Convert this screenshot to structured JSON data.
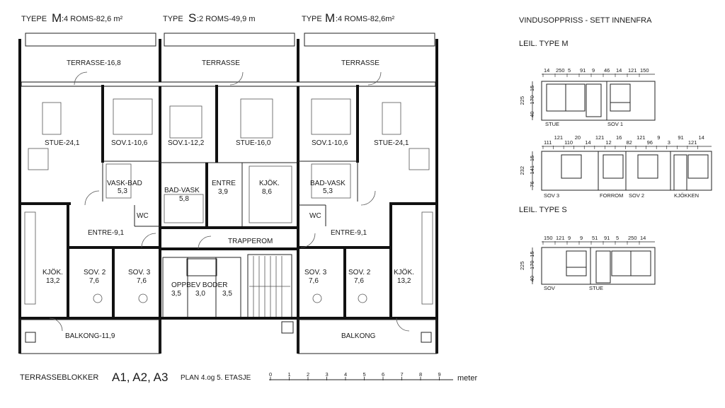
{
  "headers": {
    "left": {
      "prefix": "TYEPE",
      "letter": "M",
      "suffix": ":4 ROMS-82,6 m²"
    },
    "mid": {
      "prefix": "TYPE",
      "letter": "S",
      "suffix": ":2 ROMS-49,9 m"
    },
    "right": {
      "prefix": "TYPE",
      "letter": "M",
      "suffix": ":4 ROMS-82,6m²"
    }
  },
  "rooms": {
    "terrasse_left": "TERRASSE-16,8",
    "terrasse_mid": "TERRASSE",
    "terrasse_right": "TERRASSE",
    "stue_left": "STUE-24,1",
    "sov1_left": "SOV.1-10,6",
    "sov1_mid": "SOV.1-12,2",
    "stue_mid": "STUE-16,0",
    "sov1_right": "SOV.1-10,6",
    "stue_right": "STUE-24,1",
    "vaskbad_left": "VASK-BAD",
    "vaskbad_left_area": "5,3",
    "badvask_mid": "BAD-VASK",
    "badvask_mid_area": "5,8",
    "entre_mid": "ENTRE",
    "entre_mid_area": "3,9",
    "kjok_mid": "KJÖK.",
    "kjok_mid_area": "8,6",
    "badvask_right": "BAD-VASK",
    "badvask_right_area": "5,3",
    "wc_left": "WC",
    "wc_right": "WC",
    "entre_left": "ENTRE-9,1",
    "entre_right": "ENTRE-9,1",
    "trapperom": "TRAPPEROM",
    "kjok_left": "KJÖK.",
    "kjok_left_area": "13,2",
    "sov2_left": "SOV. 2",
    "sov2_left_area": "7,6",
    "sov3_left": "SOV. 3",
    "sov3_left_area": "7,6",
    "boder": "OPPBEV BODER",
    "boder_areas": [
      "3,5",
      "3,0",
      "3,5"
    ],
    "sov3_right": "SOV. 3",
    "sov3_right_area": "7,6",
    "sov2_right": "SOV. 2",
    "sov2_right_area": "7,6",
    "kjok_right": "KJÖK.",
    "kjok_right_area": "13,2",
    "balkong_left": "BALKONG-11,9",
    "balkong_right": "BALKONG"
  },
  "footer": {
    "prefix": "TERRASSEBLOKKER",
    "blocks": "A1, A2, A3",
    "plan": "PLAN 4.og 5. ETASJE",
    "scale_ticks": [
      "0",
      "1",
      "2",
      "3",
      "4",
      "5",
      "6",
      "7",
      "8",
      "9"
    ],
    "unit": "meter"
  },
  "elevations": {
    "title": "VINDUSOPPRISS - SETT INNENFRA",
    "type_m": "LEIL. TYPE M",
    "type_s": "LEIL. TYPE S",
    "m1": {
      "top_dims": [
        "14",
        "250",
        "5",
        "91",
        "9",
        "46",
        "14",
        "121",
        "150"
      ],
      "side_dims": [
        "225",
        "15",
        "170",
        "40"
      ],
      "labels": [
        "STUE",
        "SOV 1"
      ]
    },
    "m2": {
      "top_dims": [
        "111",
        "121",
        "110",
        "20",
        "14",
        "121",
        "12",
        "16",
        "82",
        "121",
        "96",
        "9",
        "3",
        "91",
        "121",
        "14"
      ],
      "side_dims": [
        "232",
        "15",
        "141",
        "76"
      ],
      "labels": [
        "SOV 3",
        "FORROM",
        "SOV 2",
        "KJÖKKEN"
      ]
    },
    "s1": {
      "top_dims": [
        "150",
        "121",
        "9",
        "9",
        "51",
        "91",
        "5",
        "250",
        "14"
      ],
      "side_dims": [
        "225",
        "15",
        "170",
        "40"
      ],
      "labels": [
        "SOV",
        "STUE"
      ]
    }
  }
}
